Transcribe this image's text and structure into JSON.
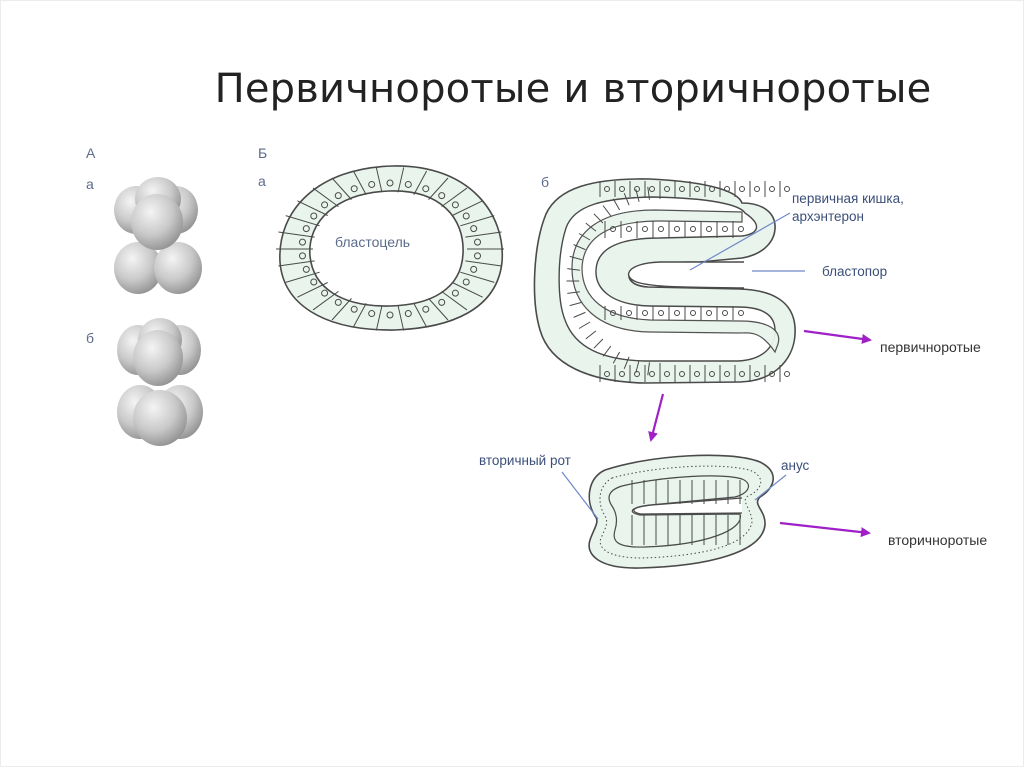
{
  "title": "Первичноротые и вторичноротые",
  "labels": {
    "panel_A": "А",
    "panel_A_a": "а",
    "panel_A_b": "б",
    "panel_B": "Б",
    "panel_B_a": "а",
    "panel_B_b": "б",
    "blastocoel": "бластоцель",
    "archenteron_line1": "первичная кишка,",
    "archenteron_line2": "архэнтерон",
    "blastopore": "бластопор",
    "protostomes": "первичноротые",
    "secondary_mouth": "вторичный рот",
    "anus": "анус",
    "deuterostomes": "вторичноротые"
  },
  "colors": {
    "cell_fill": "#e8f4ec",
    "cell_stroke": "#4a4a4a",
    "arrow": "#a020c8",
    "pointer": "#6f88c8",
    "label_text": "#5b6b8a"
  }
}
